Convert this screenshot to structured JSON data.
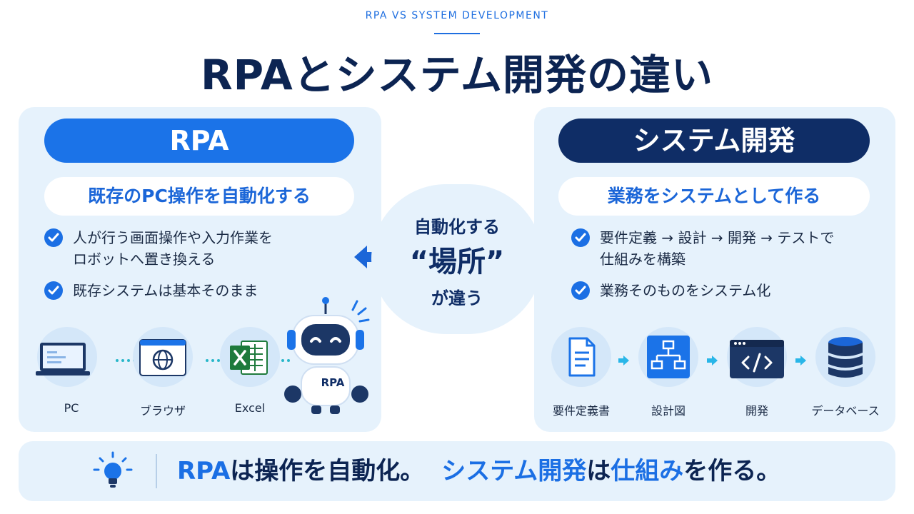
{
  "header": {
    "eyebrow": "RPA VS SYSTEM DEVELOPMENT",
    "title": "RPAとシステム開発の違い"
  },
  "left": {
    "heading": "RPA",
    "subheading": "既存のPC操作を自動化する",
    "points": [
      {
        "line1": "人が行う画面操作や入力作業を",
        "line2": "ロボットへ置き換える"
      },
      {
        "line1": "既存システムは基本そのまま",
        "line2": ""
      }
    ],
    "icons": [
      {
        "label": "PC",
        "icon": "laptop-icon"
      },
      {
        "label": "ブラウザ",
        "icon": "browser-globe-icon"
      },
      {
        "label": "Excel",
        "icon": "excel-icon"
      }
    ],
    "robot_badge": "RPA"
  },
  "center": {
    "line1": "自動化する",
    "line2": "“場所”",
    "line3": "が違う"
  },
  "right": {
    "heading": "システム開発",
    "subheading": "業務をシステムとして作る",
    "points": [
      {
        "line1": "要件定義 → 設計 → 開発 → テストで",
        "line2": "仕組みを構築"
      },
      {
        "line1": "業務そのものをシステム化",
        "line2": ""
      }
    ],
    "icons": [
      {
        "label": "要件定義書",
        "icon": "document-icon"
      },
      {
        "label": "設計図",
        "icon": "flowchart-icon"
      },
      {
        "label": "開発",
        "icon": "code-window-icon"
      },
      {
        "label": "データベース",
        "icon": "database-icon"
      }
    ]
  },
  "summary": {
    "part1": "RPA",
    "part2": "は操作を自動化。",
    "part3": "システム開発",
    "part4": "は",
    "part5": "仕組み",
    "part6": "を作る。"
  },
  "colors": {
    "accent": "#1b73e8",
    "navy": "#0f2d66",
    "panel": "#e6f2fc",
    "teal": "#28b7c9"
  }
}
